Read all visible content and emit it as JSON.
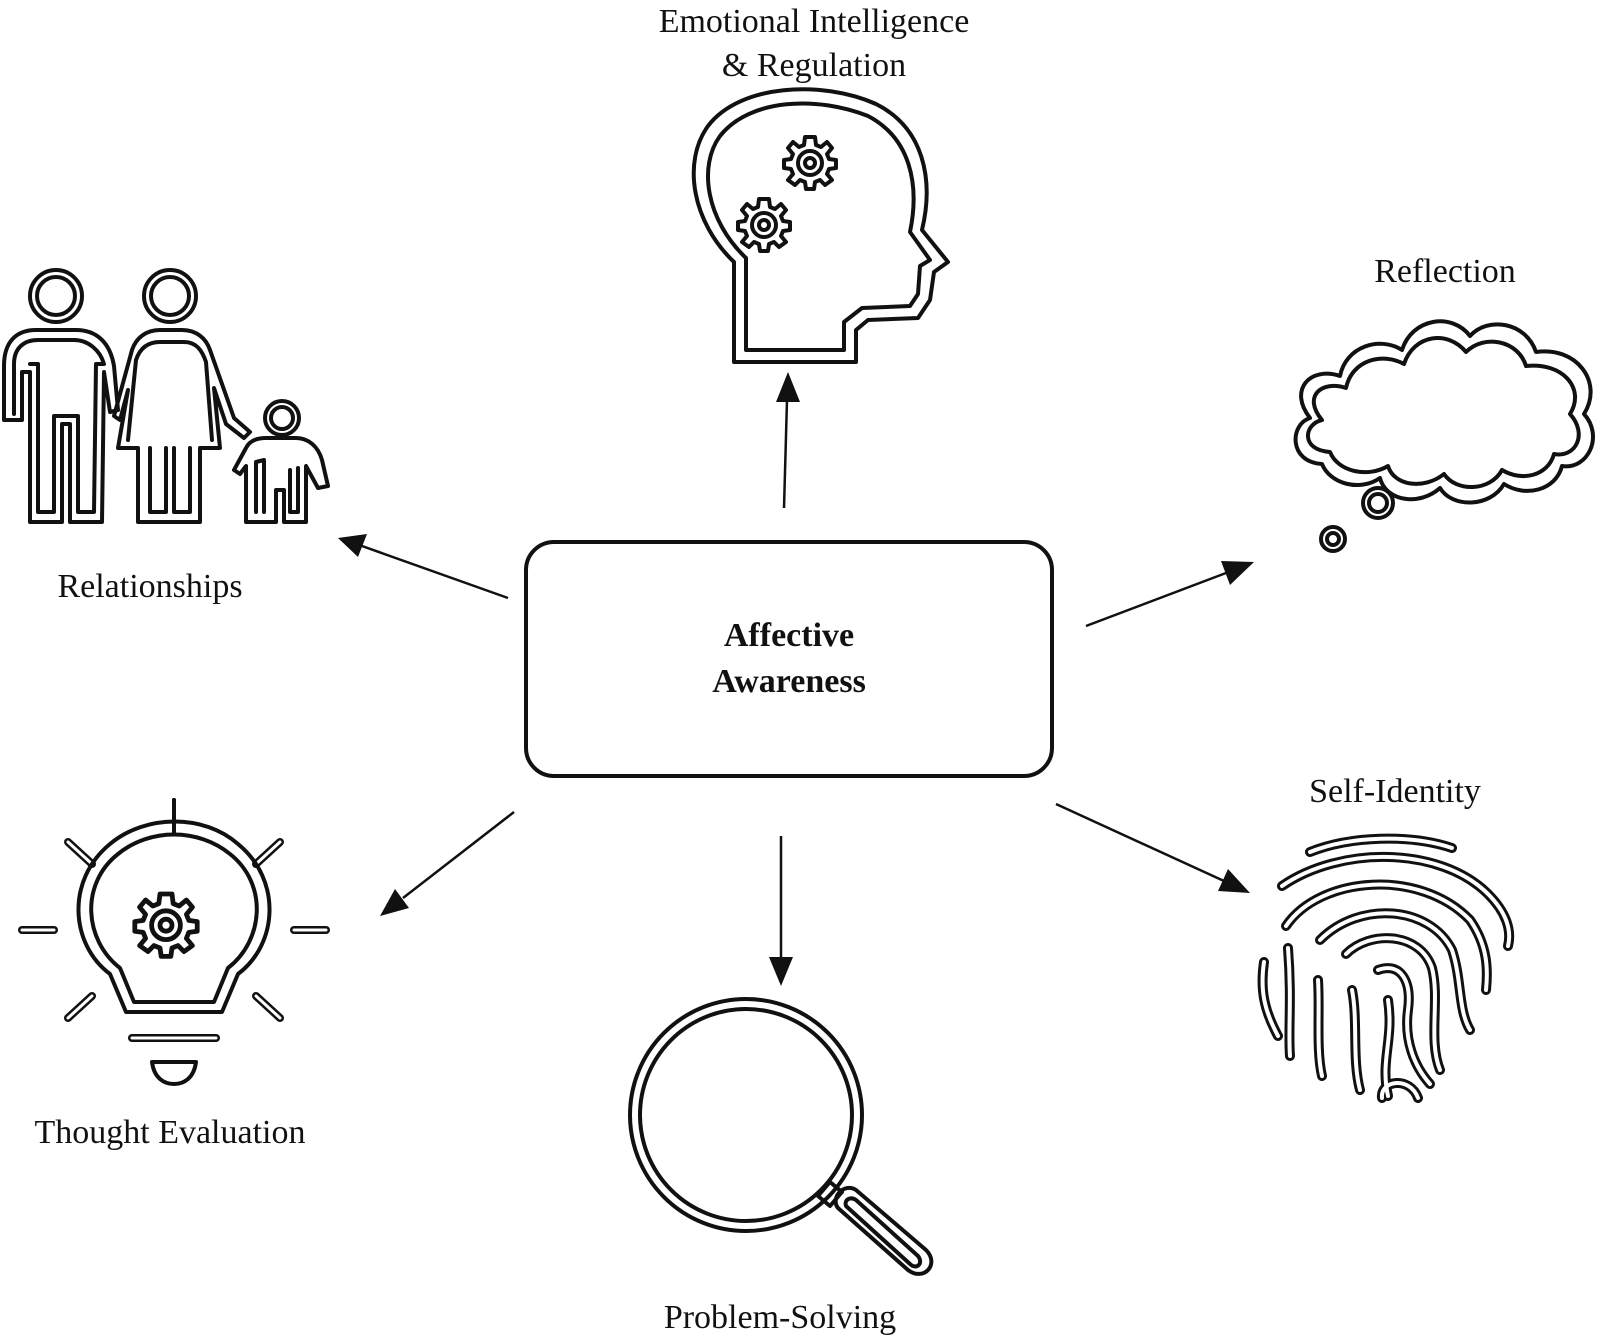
{
  "center": {
    "line1": "Affective",
    "line2": "Awareness"
  },
  "nodes": {
    "emotional": {
      "line1": "Emotional Intelligence",
      "line2": "& Regulation",
      "icon": "head-gears-icon"
    },
    "reflection": {
      "label": "Reflection",
      "icon": "thought-cloud-icon"
    },
    "relationships": {
      "label": "Relationships",
      "icon": "family-icon"
    },
    "self_identity": {
      "label": "Self-Identity",
      "icon": "fingerprint-icon"
    },
    "thought_evaluation": {
      "label": "Thought Evaluation",
      "icon": "lightbulb-gear-icon"
    },
    "problem_solving": {
      "label": "Problem-Solving",
      "icon": "magnifying-glass-icon"
    }
  }
}
